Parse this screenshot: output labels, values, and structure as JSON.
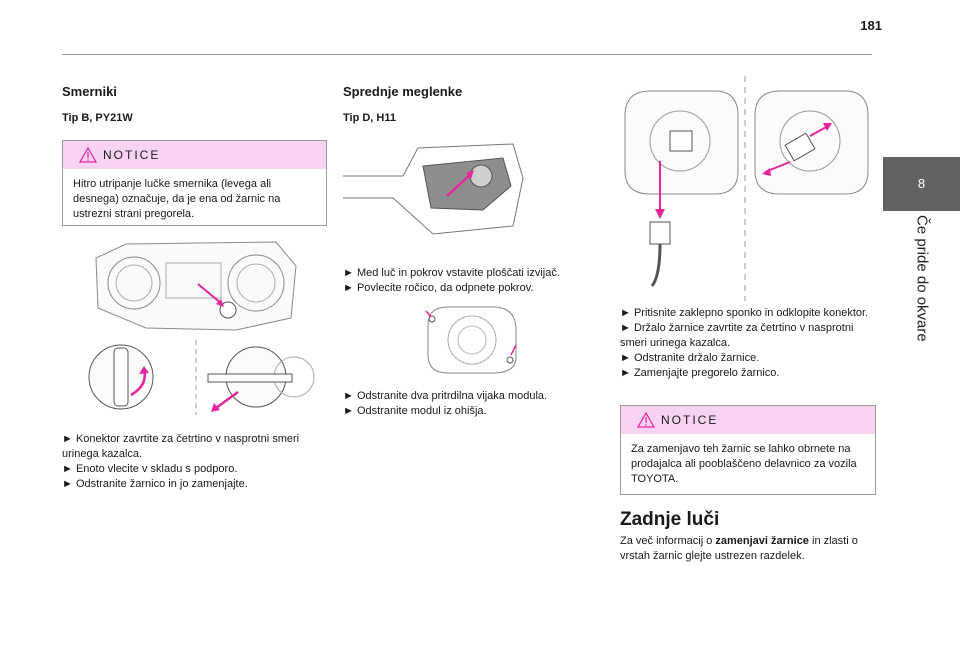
{
  "page": {
    "number": "181"
  },
  "chapter": {
    "number": "8",
    "title": "Če pride do okvare"
  },
  "col1": {
    "heading": "Smerniki",
    "subheading": "Tip B, PY21W",
    "notice": {
      "title": "NOTICE",
      "text": "Hitro utripanje lučke smernika (levega ali desnega) označuje, da je ena od žarnic na ustrezni strani pregorela."
    },
    "steps": [
      "►  Konektor zavrtite za četrtino v nasprotni smeri urinega kazalca.",
      "► Enoto vlecite v skladu s podporo.",
      "► Odstranite žarnico in jo zamenjajte."
    ]
  },
  "col2": {
    "heading": "Sprednje meglenke",
    "subheading": "Tip D, H11",
    "steps_a": [
      "► Med luč in pokrov vstavite ploščati izvijač.",
      "► Povlecite ročico, da odpnete pokrov."
    ],
    "steps_b": [
      "► Odstranite dva pritrdilna vijaka modula.",
      "► Odstranite modul iz ohišja."
    ]
  },
  "col3": {
    "steps": [
      "► Pritisnite zaklepno sponko in odklopite konektor.",
      "► Držalo žarnice zavrtite za četrtino v nasprotni smeri urinega kazalca.",
      "► Odstranite držalo žarnice.",
      "► Zamenjajte pregorelo žarnico."
    ],
    "notice": {
      "title": "NOTICE",
      "text": "Za zamenjavo teh žarnic se lahko obrnete na prodajalca ali pooblaščeno delavnico za vozila TOYOTA."
    },
    "section_title": "Zadnje luči",
    "para_before": "Za več informacij o ",
    "para_bold": "zamenjavi žarnice",
    "para_after": " in zlasti o vrstah žarnic glejte ustrezen razdelek."
  },
  "colors": {
    "accent": "#e5259b",
    "notice_bg": "#f7d3f1",
    "tab": "#626262"
  }
}
